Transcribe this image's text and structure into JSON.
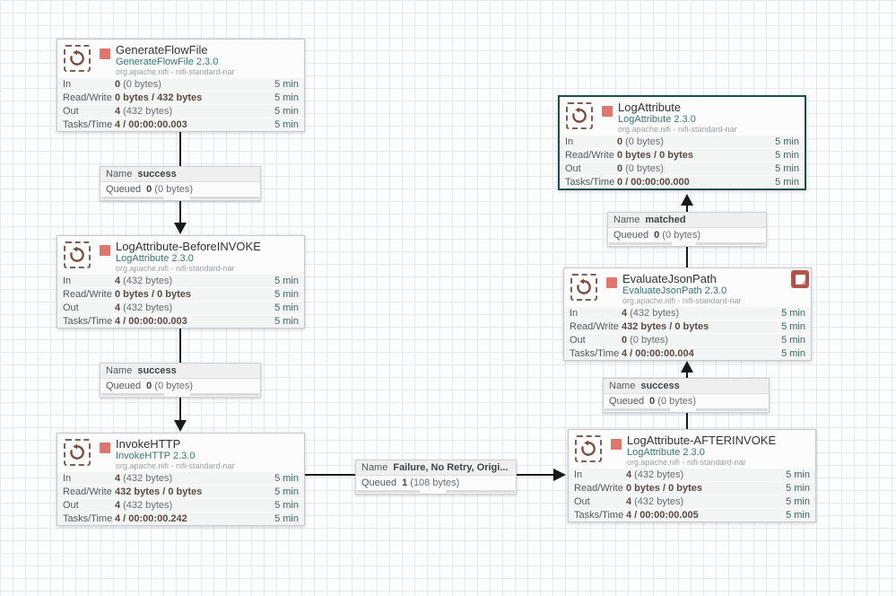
{
  "colors": {
    "selected_border": "#1f4f4d",
    "run_state_stopped": "#e0756c",
    "bulletin_badge": "#b2544b",
    "type_text": "#39766c",
    "window_text": "#3e6662",
    "grid_line": "#e6e9ed"
  },
  "connection_field_labels": {
    "name": "Name",
    "queued": "Queued"
  },
  "processors": [
    {
      "name": "GenerateFlowFile",
      "type": "GenerateFlowFile 2.3.0",
      "bundle": "org.apache.nifi - nifi-standard-nar",
      "rows": [
        {
          "label": "In",
          "bold": "0",
          "rest": "(0 bytes)",
          "window": "5 min"
        },
        {
          "label": "Read/Write",
          "bold": "0 bytes / 432 bytes",
          "rest": "",
          "window": "5 min"
        },
        {
          "label": "Out",
          "bold": "4",
          "rest": "(432 bytes)",
          "window": "5 min"
        },
        {
          "label": "Tasks/Time",
          "bold": "4 / 00:00:00.003",
          "rest": "",
          "window": "5 min"
        }
      ]
    },
    {
      "name": "LogAttribute-BeforeINVOKE",
      "type": "LogAttribute 2.3.0",
      "bundle": "org.apache.nifi - nifi-standard-nar",
      "rows": [
        {
          "label": "In",
          "bold": "4",
          "rest": "(432 bytes)",
          "window": "5 min"
        },
        {
          "label": "Read/Write",
          "bold": "0 bytes / 0 bytes",
          "rest": "",
          "window": "5 min"
        },
        {
          "label": "Out",
          "bold": "4",
          "rest": "(432 bytes)",
          "window": "5 min"
        },
        {
          "label": "Tasks/Time",
          "bold": "4 / 00:00:00.003",
          "rest": "",
          "window": "5 min"
        }
      ]
    },
    {
      "name": "InvokeHTTP",
      "type": "InvokeHTTP 2.3.0",
      "bundle": "org.apache.nifi - nifi-standard-nar",
      "rows": [
        {
          "label": "In",
          "bold": "4",
          "rest": "(432 bytes)",
          "window": "5 min"
        },
        {
          "label": "Read/Write",
          "bold": "432 bytes / 0 bytes",
          "rest": "",
          "window": "5 min"
        },
        {
          "label": "Out",
          "bold": "4",
          "rest": "(432 bytes)",
          "window": "5 min"
        },
        {
          "label": "Tasks/Time",
          "bold": "4 / 00:00:00.242",
          "rest": "",
          "window": "5 min"
        }
      ]
    },
    {
      "name": "LogAttribute-AFTERINVOKE",
      "type": "LogAttribute 2.3.0",
      "bundle": "org.apache.nifi - nifi-standard-nar",
      "rows": [
        {
          "label": "In",
          "bold": "4",
          "rest": "(432 bytes)",
          "window": "5 min"
        },
        {
          "label": "Read/Write",
          "bold": "0 bytes / 0 bytes",
          "rest": "",
          "window": "5 min"
        },
        {
          "label": "Out",
          "bold": "4",
          "rest": "(432 bytes)",
          "window": "5 min"
        },
        {
          "label": "Tasks/Time",
          "bold": "4 / 00:00:00.005",
          "rest": "",
          "window": "5 min"
        }
      ]
    },
    {
      "name": "EvaluateJsonPath",
      "type": "EvaluateJsonPath 2.3.0",
      "bundle": "org.apache.nifi - nifi-standard-nar",
      "rows": [
        {
          "label": "In",
          "bold": "4",
          "rest": "(432 bytes)",
          "window": "5 min"
        },
        {
          "label": "Read/Write",
          "bold": "432 bytes / 0 bytes",
          "rest": "",
          "window": "5 min"
        },
        {
          "label": "Out",
          "bold": "0",
          "rest": "(0 bytes)",
          "window": "5 min"
        },
        {
          "label": "Tasks/Time",
          "bold": "4 / 00:00:00.004",
          "rest": "",
          "window": "5 min"
        }
      ]
    },
    {
      "name": "LogAttribute",
      "type": "LogAttribute 2.3.0",
      "bundle": "org.apache.nifi - nifi-standard-nar",
      "rows": [
        {
          "label": "In",
          "bold": "0",
          "rest": "(0 bytes)",
          "window": "5 min"
        },
        {
          "label": "Read/Write",
          "bold": "0 bytes / 0 bytes",
          "rest": "",
          "window": "5 min"
        },
        {
          "label": "Out",
          "bold": "0",
          "rest": "(0 bytes)",
          "window": "5 min"
        },
        {
          "label": "Tasks/Time",
          "bold": "0 / 00:00:00.000",
          "rest": "",
          "window": "5 min"
        }
      ]
    }
  ],
  "connections": [
    {
      "name": "success",
      "queued_count": "0",
      "queued_size": "(0 bytes)"
    },
    {
      "name": "success",
      "queued_count": "0",
      "queued_size": "(0 bytes)"
    },
    {
      "name": "Failure, No Retry, Origi...",
      "queued_count": "1",
      "queued_size": "(108 bytes)"
    },
    {
      "name": "success",
      "queued_count": "0",
      "queued_size": "(0 bytes)"
    },
    {
      "name": "matched",
      "queued_count": "0",
      "queued_size": "(0 bytes)"
    }
  ]
}
